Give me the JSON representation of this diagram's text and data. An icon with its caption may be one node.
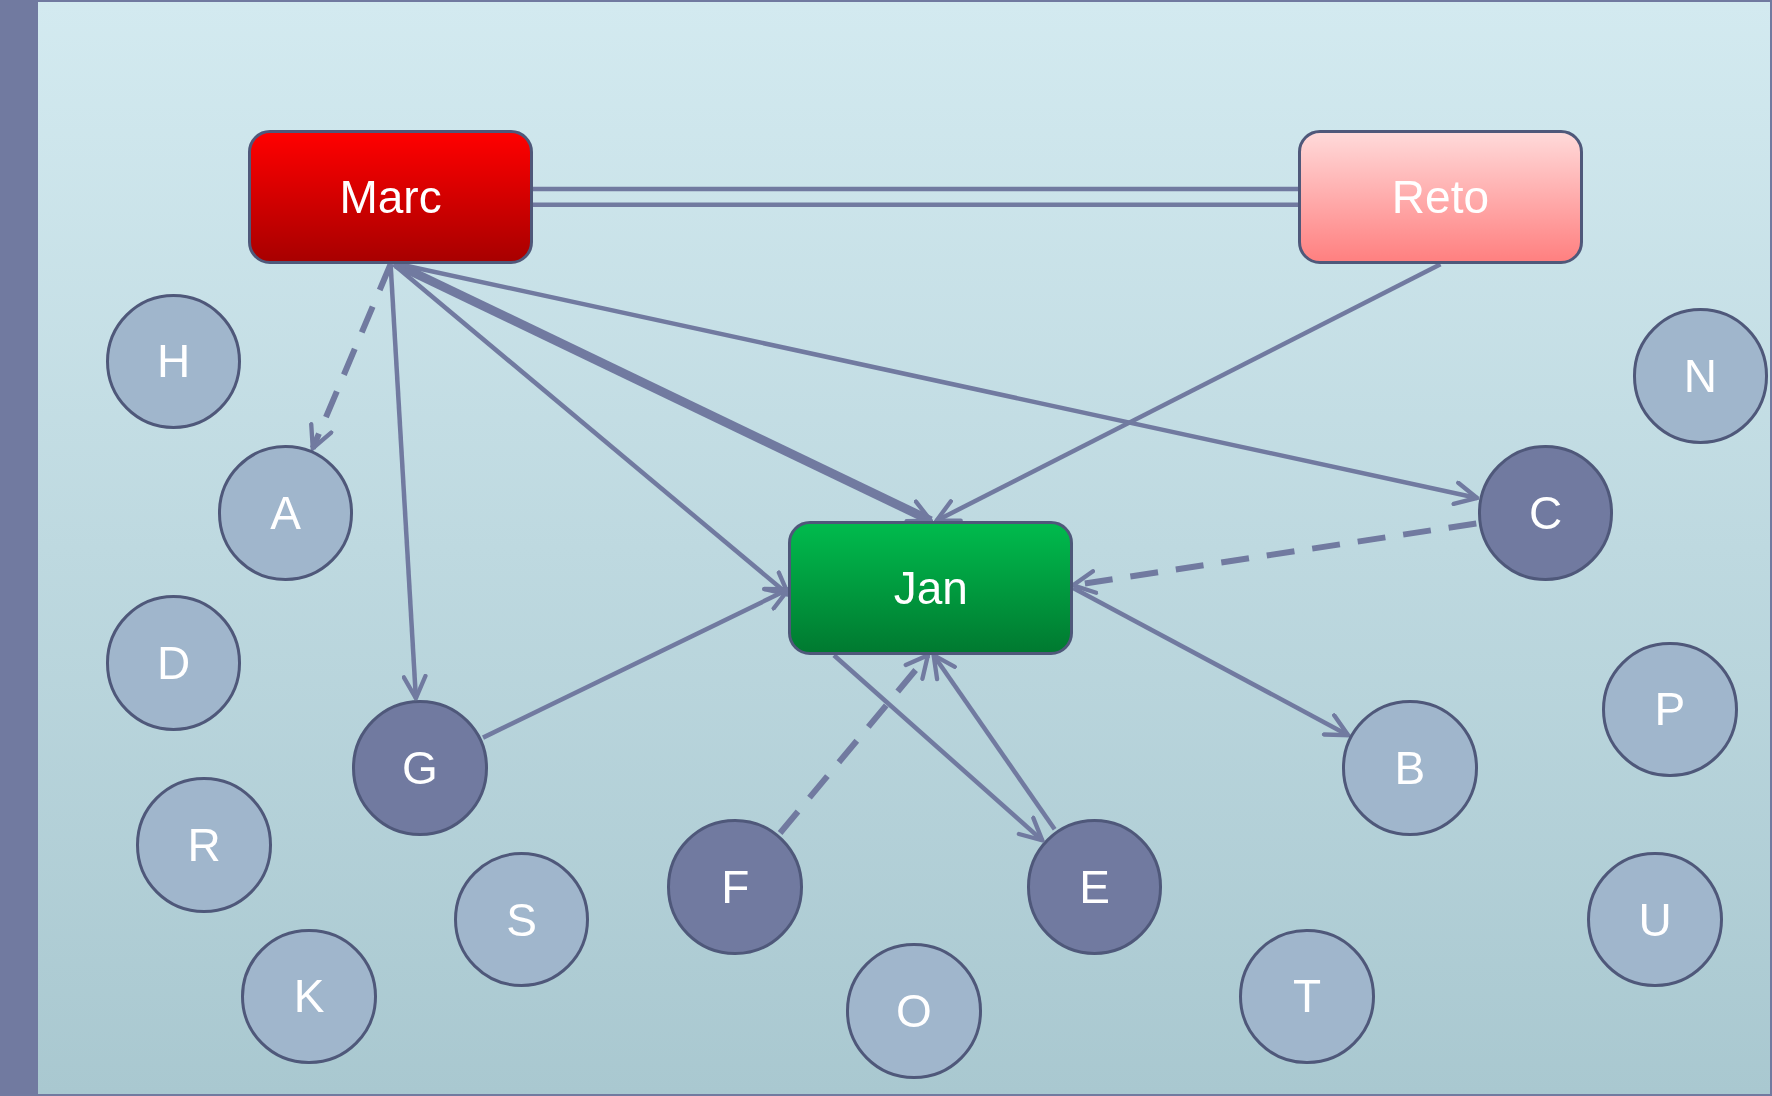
{
  "diagram": {
    "nodes": [
      {
        "text": [
          "Marc"
        ]
      },
      {
        "text": [
          "Reto"
        ]
      },
      {
        "text": [
          "H"
        ]
      },
      {
        "text": [
          "N"
        ]
      },
      {
        "text": [
          "A"
        ]
      },
      {
        "text": [
          "C"
        ]
      },
      {
        "text": [
          "Jan"
        ]
      },
      {
        "text": [
          "D"
        ]
      },
      {
        "text": [
          "P"
        ]
      },
      {
        "text": [
          "G"
        ]
      },
      {
        "text": [
          "B"
        ]
      },
      {
        "text": [
          "R"
        ]
      },
      {
        "text": [
          "F"
        ]
      },
      {
        "text": [
          "E"
        ]
      },
      {
        "text": [
          "S"
        ]
      },
      {
        "text": [
          "U"
        ]
      },
      {
        "text": [
          "K"
        ]
      },
      {
        "text": [
          "O"
        ]
      },
      {
        "text": [
          "T"
        ]
      }
    ],
    "edges": [
      {
        "from": 0,
        "to": 1,
        "arrow": "none"
      },
      {
        "from": 0,
        "to": 4,
        "arrow": "to",
        "style": "dashed"
      },
      {
        "from": 0,
        "to": 9,
        "arrow": "to"
      },
      {
        "from": 0,
        "to": 6,
        "arrow": "to"
      },
      {
        "from": 0,
        "to": 6,
        "arrow": "to",
        "style": "thick"
      },
      {
        "from": 1,
        "to": 6,
        "arrow": "to"
      },
      {
        "from": 0,
        "to": 5,
        "arrow": "to"
      },
      {
        "from": 5,
        "to": 6,
        "arrow": "to",
        "style": "dashed"
      },
      {
        "from": 9,
        "to": 6,
        "arrow": "to"
      },
      {
        "from": 6,
        "to": 10,
        "arrow": "to"
      },
      {
        "from": 6,
        "to": 13,
        "arrow": "to"
      },
      {
        "from": 13,
        "to": 6,
        "arrow": "to"
      },
      {
        "from": 12,
        "to": 6,
        "arrow": "to",
        "style": "dashed"
      }
    ]
  }
}
